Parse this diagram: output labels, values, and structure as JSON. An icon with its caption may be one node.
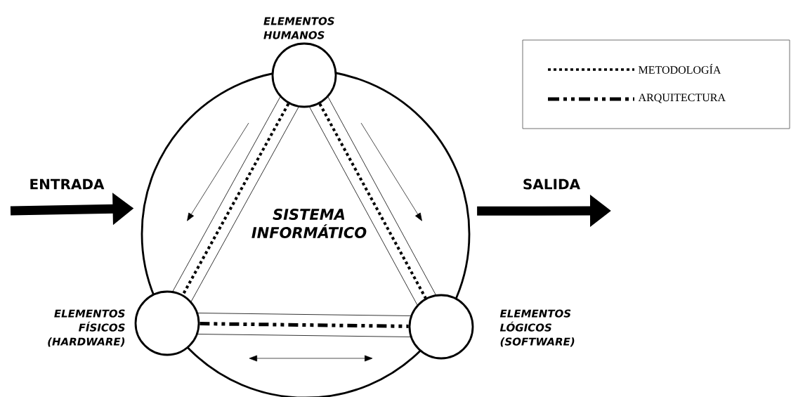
{
  "diagram": {
    "nodes": [
      {
        "text": [
          "SISTEMA INFORMÁTICO"
        ]
      },
      {
        "text": [
          "ELEMENTOS HUMANOS"
        ],
        "in": 0
      },
      {
        "text": [
          "ELEMENTOS FÍSICOS (HARDWARE)"
        ],
        "in": 0
      },
      {
        "text": [
          "ELEMENTOS LÓGICOS (SOFTWARE)"
        ],
        "in": 0
      }
    ],
    "edges": [
      {
        "from": 1,
        "to": 2,
        "arrow": "none",
        "style": "dashed"
      },
      {
        "from": 1,
        "to": 3,
        "arrow": "none",
        "style": "dashed"
      },
      {
        "from": 2,
        "to": 3,
        "arrow": "none",
        "style": "dashed"
      },
      {
        "from": null,
        "to": 0,
        "arrow": "to",
        "label": "ENTRADA",
        "style": "thick"
      },
      {
        "from": 0,
        "to": null,
        "arrow": "to",
        "label": "SALIDA",
        "style": "thick"
      }
    ],
    "legend": [
      {
        "text": "METODOLOGÍA"
      },
      {
        "text": "ARQUITECTURA"
      }
    ]
  }
}
